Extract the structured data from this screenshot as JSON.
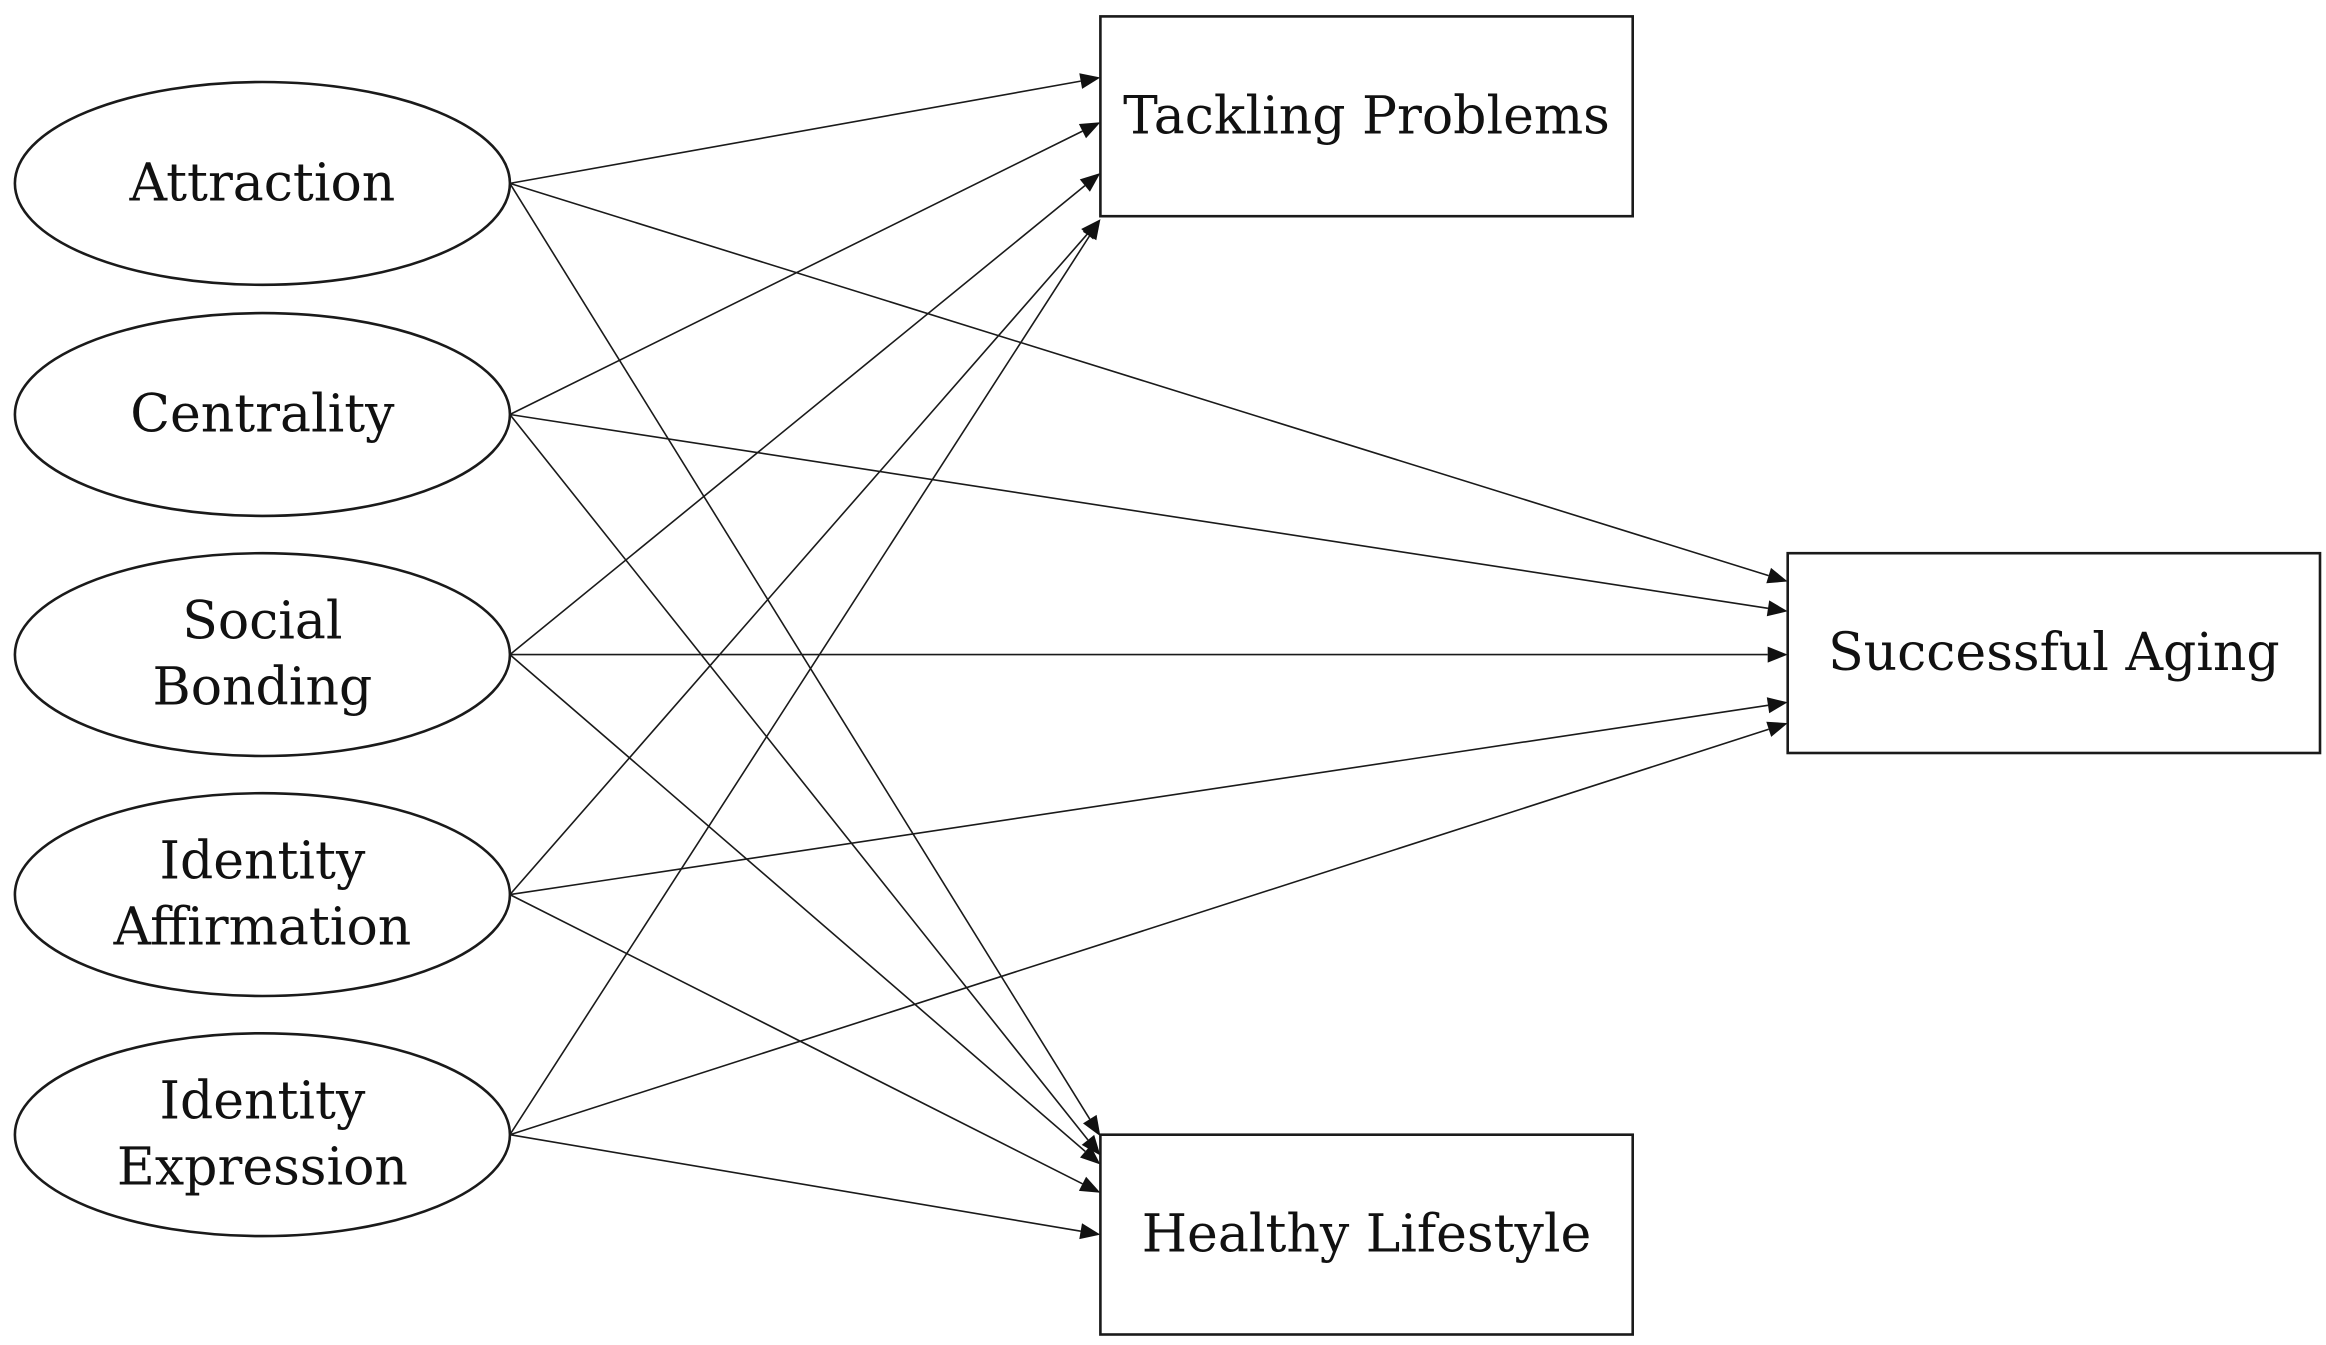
{
  "nodes": [
    {
      "id": "attraction",
      "shape": "ellipse",
      "lines": [
        "Attraction"
      ]
    },
    {
      "id": "centrality",
      "shape": "ellipse",
      "lines": [
        "Centrality"
      ]
    },
    {
      "id": "social-bonding",
      "shape": "ellipse",
      "lines": [
        "Social",
        "Bonding"
      ]
    },
    {
      "id": "identity-affirmation",
      "shape": "ellipse",
      "lines": [
        "Identity",
        "Affirmation"
      ]
    },
    {
      "id": "identity-expression",
      "shape": "ellipse",
      "lines": [
        "Identity",
        "Expression"
      ]
    },
    {
      "id": "tackling-problems",
      "shape": "rect",
      "lines": [
        "Tackling Problems"
      ]
    },
    {
      "id": "successful-aging",
      "shape": "rect",
      "lines": [
        "Successful Aging"
      ]
    },
    {
      "id": "healthy-lifestyle",
      "shape": "rect",
      "lines": [
        "Healthy Lifestyle"
      ]
    }
  ],
  "edges": [
    {
      "from": "attraction",
      "to": "tackling-problems"
    },
    {
      "from": "attraction",
      "to": "successful-aging"
    },
    {
      "from": "attraction",
      "to": "healthy-lifestyle"
    },
    {
      "from": "centrality",
      "to": "tackling-problems"
    },
    {
      "from": "centrality",
      "to": "successful-aging"
    },
    {
      "from": "centrality",
      "to": "healthy-lifestyle"
    },
    {
      "from": "social-bonding",
      "to": "tackling-problems"
    },
    {
      "from": "social-bonding",
      "to": "successful-aging"
    },
    {
      "from": "social-bonding",
      "to": "healthy-lifestyle"
    },
    {
      "from": "identity-affirmation",
      "to": "tackling-problems"
    },
    {
      "from": "identity-affirmation",
      "to": "successful-aging"
    },
    {
      "from": "identity-affirmation",
      "to": "healthy-lifestyle"
    },
    {
      "from": "identity-expression",
      "to": "tackling-problems"
    },
    {
      "from": "identity-expression",
      "to": "successful-aging"
    },
    {
      "from": "identity-expression",
      "to": "healthy-lifestyle"
    }
  ]
}
